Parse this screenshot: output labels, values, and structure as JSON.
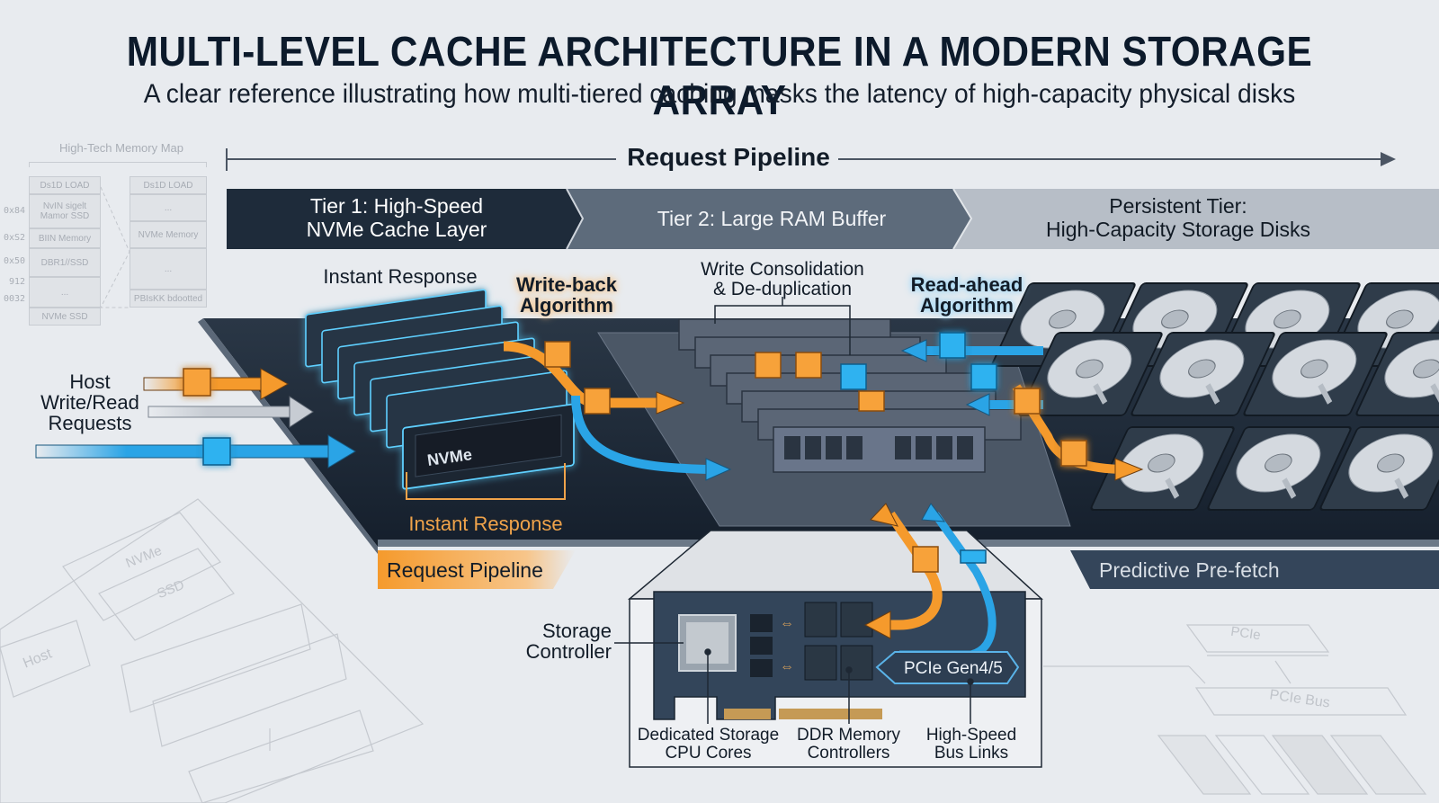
{
  "header": {
    "title": "MULTI-LEVEL CACHE ARCHITECTURE IN A MODERN STORAGE ARRAY",
    "subtitle": "A clear reference illustrating how multi-tiered caching masks the latency of high-capacity physical disks"
  },
  "memory_map": {
    "title": "High-Tech Memory Map",
    "left_column": [
      "Ds1D LOAD",
      "NvIN sigelt Mamor SSD",
      "BIIN Memory",
      "DBR1//SSD",
      "...",
      "NVMe SSD"
    ],
    "right_column": [
      "Ds1D LOAD",
      "...",
      "NVMe Memory",
      "...",
      "PBIsKK bdootted"
    ],
    "addresses": [
      "0x84",
      "0xS2",
      "0x50",
      "912",
      "0032"
    ]
  },
  "pipeline": {
    "top_label": "Request Pipeline",
    "bottom_left_label": "Request Pipeline",
    "bottom_right_label": "Predictive Pre-fetch"
  },
  "tiers": [
    {
      "line1": "Tier 1: High-Speed",
      "line2": "NVMe Cache Layer"
    },
    {
      "line1": "Tier 2: Large RAM Buffer",
      "line2": ""
    },
    {
      "line1": "Persistent Tier:",
      "line2": "High-Capacity Storage Disks"
    }
  ],
  "annotations": {
    "host_requests": [
      "Host",
      "Write/Read",
      "Requests"
    ],
    "instant_response_top": "Instant Response",
    "instant_response_bottom": "Instant Response",
    "write_back": [
      "Write-back",
      "Algorithm"
    ],
    "write_consolidation": [
      "Write Consolidation",
      "& De-duplication"
    ],
    "read_ahead": [
      "Read-ahead",
      "Algorithm"
    ],
    "nvme_module_label": "NVMe"
  },
  "controller": {
    "label": [
      "Storage",
      "Controller"
    ],
    "pcie_label": "PCIe Gen4/5",
    "callouts": [
      {
        "line1": "Dedicated Storage",
        "line2": "CPU Cores"
      },
      {
        "line1": "DDR Memory",
        "line2": "Controllers"
      },
      {
        "line1": "High-Speed",
        "line2": "Bus Links"
      }
    ]
  },
  "sketches": {
    "host_board": {
      "host": "Host",
      "nvme": "NVMe",
      "ssd": "SSD"
    },
    "pcie": {
      "card": "PCIe",
      "bus": "PCIe Bus"
    }
  },
  "colors": {
    "write_orange": "#f59a2c",
    "read_blue": "#2aa4e6",
    "dark_navy": "#1b2838",
    "tier2_gray": "#5d6b7b",
    "tier3_gray": "#b7bec7"
  }
}
